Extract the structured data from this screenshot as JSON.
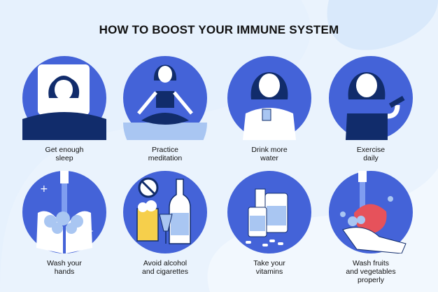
{
  "title": "HOW TO BOOST YOUR IMMUNE SYSTEM",
  "colors": {
    "circle": "#4463d8",
    "dark": "#112c6b",
    "light": "#a9c6f2",
    "background": "#eaf3fd"
  },
  "tips": [
    {
      "label": "Get enough\nsleep",
      "icon": "sleep-icon"
    },
    {
      "label": "Practice\nmeditation",
      "icon": "meditation-icon"
    },
    {
      "label": "Drink more\nwater",
      "icon": "water-icon"
    },
    {
      "label": "Exercise\ndaily",
      "icon": "dumbbell-icon"
    },
    {
      "label": "Wash your\nhands",
      "icon": "handwash-icon"
    },
    {
      "label": "Avoid alcohol\nand cigarettes",
      "icon": "no-alcohol-icon"
    },
    {
      "label": "Take your\nvitamins",
      "icon": "vitamins-icon"
    },
    {
      "label": "Wash fruits\nand vegetables\nproperly",
      "icon": "wash-fruit-icon"
    }
  ]
}
